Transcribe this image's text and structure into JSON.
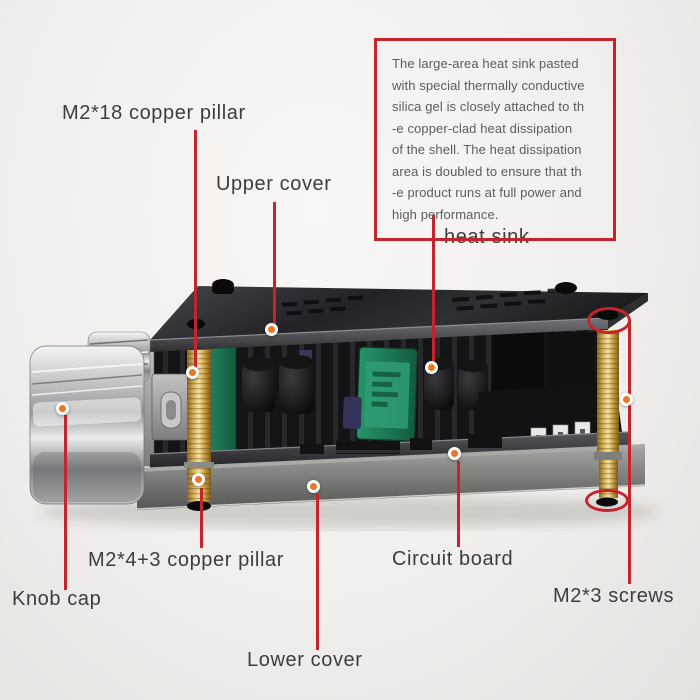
{
  "figure": {
    "type": "annotated product diagram",
    "subject": "stereo amplifier board assembly with covers, pillars and heat sink"
  },
  "callout": {
    "lines": [
      "The large-area heat sink pasted",
      "with special thermally conductive",
      "silica gel is closely attached to th",
      "-e copper-clad heat dissipation",
      "of the shell. The heat dissipation",
      "area is doubled to ensure that th",
      "-e product runs at full power and",
      "high performance."
    ]
  },
  "labels": {
    "m2_18_copper_pillar": "M2*18 copper pillar",
    "upper_cover": "Upper cover",
    "heat_sink": "heat sink",
    "m2_4_3_copper_pillar": "M2*4+3 copper pillar",
    "knob_cap": "Knob cap",
    "circuit_board": "Circuit board",
    "m2_3_screws": "M2*3 screws",
    "lower_cover": "Lower cover"
  },
  "colors": {
    "annotation_red": "#c4242b",
    "marker_orange": "#e87722",
    "label_text": "#3d3d3d",
    "callout_text": "#5c5c5c",
    "copper": "#c9a44f",
    "pcb_green": "#1e7a55",
    "background": "#f1efec"
  }
}
